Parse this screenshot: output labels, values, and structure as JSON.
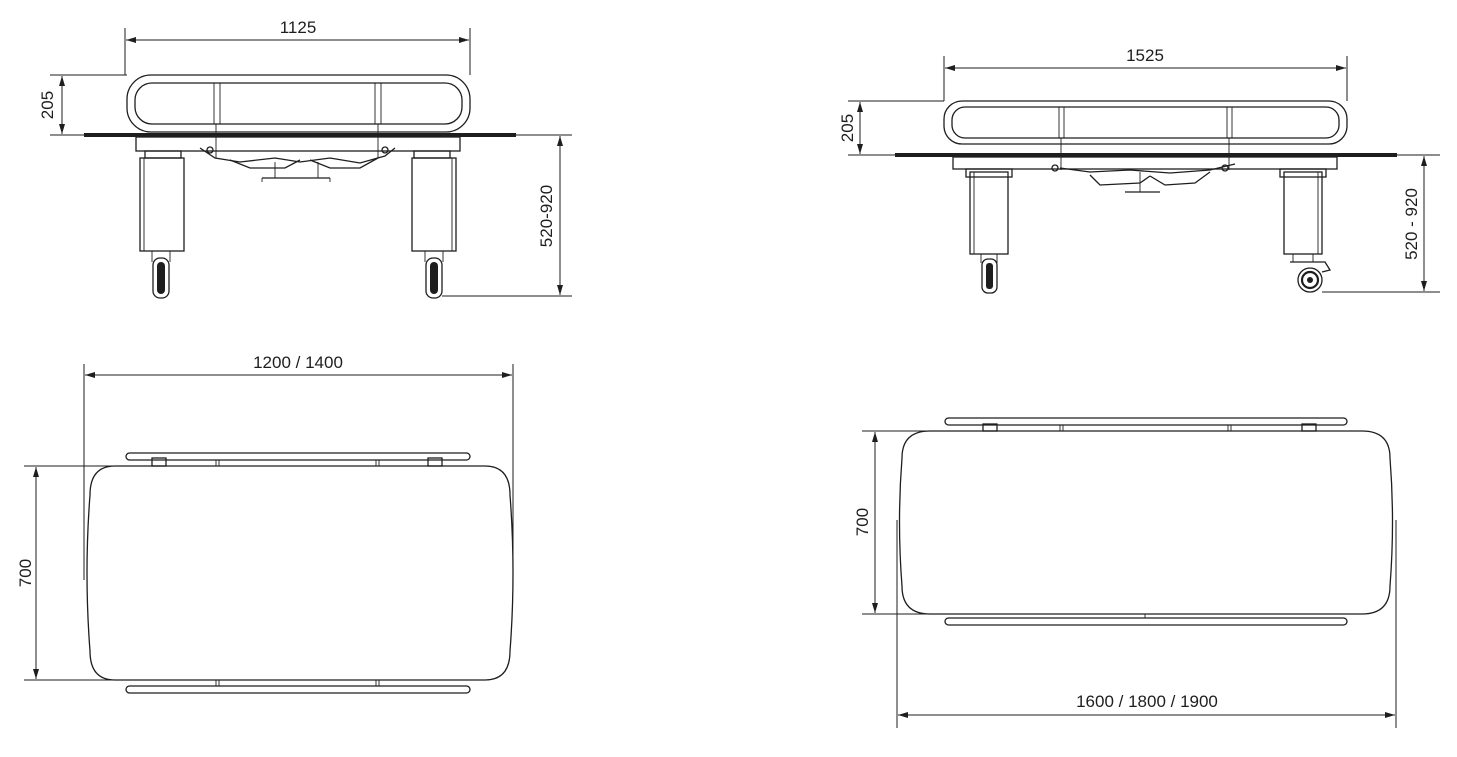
{
  "drawing": {
    "views": [
      {
        "id": "front-end-view",
        "dimensions": {
          "width": "1125",
          "rail_height": "205",
          "height_range": "520-920"
        }
      },
      {
        "id": "side-view",
        "dimensions": {
          "width": "1525",
          "rail_height": "205",
          "height_range": "520 - 920"
        }
      },
      {
        "id": "top-view-short",
        "dimensions": {
          "length": "1200 / 1400",
          "width": "700"
        }
      },
      {
        "id": "top-view-long",
        "dimensions": {
          "length": "1600 / 1800 / 1900",
          "width": "700"
        }
      }
    ]
  }
}
